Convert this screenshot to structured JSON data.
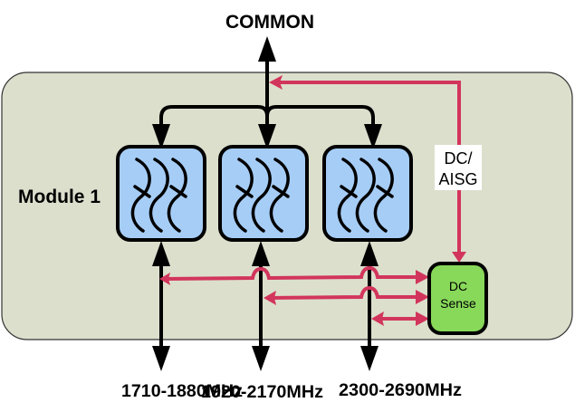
{
  "diagram": {
    "top_port_label": "COMMON",
    "module_label": "Module 1",
    "dc_aisg_label_line1": "DC/",
    "dc_aisg_label_line2": "AISG",
    "dc_sense_label_line1": "DC",
    "dc_sense_label_line2": "Sense",
    "filters": [
      {
        "name": "filter-1",
        "band": "1710-1880MHz"
      },
      {
        "name": "filter-2",
        "band": "1920-2170MHz"
      },
      {
        "name": "filter-3",
        "band": "2300-2690MHz"
      }
    ],
    "colors": {
      "module_fill": "#dcdfcc",
      "filter_fill": "#a6cdf6",
      "dc_sense_fill": "#88d85a",
      "signal_line": "#000000",
      "dc_line": "#d2355c"
    }
  }
}
